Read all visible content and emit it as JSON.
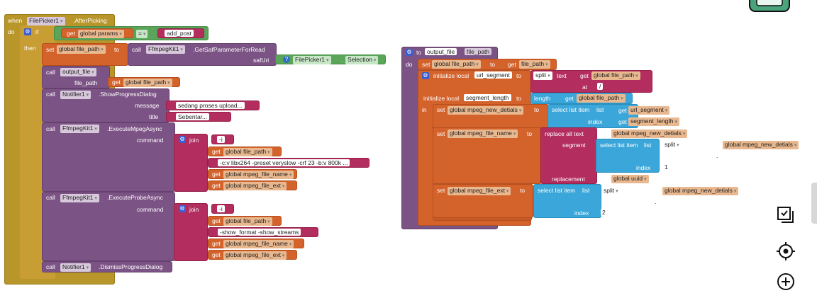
{
  "colors": {
    "event": "#b8962a",
    "text": "#d4622b",
    "component": "#7c5385",
    "list": "#b32d5e",
    "math": "#5ba55b",
    "lists": "#3aa6d9"
  },
  "ev": {
    "when": "when",
    "component": "FilePicker1",
    "event": ".AfterPicking",
    "do": "do",
    "if": "if",
    "then": "then"
  },
  "cond": {
    "get": "get",
    "var": "global params",
    "op": "=",
    "str": "add_post"
  },
  "set1": {
    "set": "set",
    "var": "global file_path",
    "to": "to",
    "call": "call",
    "comp": "FfmpegKit1",
    "method": ".GetSafParameterForRead",
    "param": "safUri",
    "picker": "FilePicker1",
    "dot": ".",
    "prop": "Selection"
  },
  "call_output": {
    "call": "call",
    "proc": "output_file",
    "param": "file_path",
    "get": "get",
    "var": "global file_path"
  },
  "notify": {
    "call": "call",
    "comp": "Notifier1",
    "method": ".ShowProgressDialog",
    "message_lbl": "message",
    "message": "sedang proses upload...",
    "title_lbl": "title",
    "title": "Sebentar..."
  },
  "mpeg": {
    "call": "call",
    "comp": "FfmpegKit1",
    "method": ".ExecuteMpegAsync",
    "cmd_lbl": "command",
    "join": "join",
    "sep": "-i",
    "get": "get",
    "v1": "global file_path",
    "args": "-c:v libx264 -preset veryslow -crf 23 -b:v 800k ...",
    "v2": "global mpeg_file_name",
    "v3": "global mpeg_file_ext"
  },
  "probe": {
    "call": "call",
    "comp": "FfmpegKit1",
    "method": ".ExecuteProbeAsync",
    "cmd_lbl": "command",
    "join": "join",
    "sep": "-i",
    "get": "get",
    "v1": "global file_path",
    "args": "-show_format -show_streams",
    "v2": "global mpeg_file_name",
    "v3": "global mpeg_file_ext"
  },
  "dismiss": {
    "call": "call",
    "comp": "Notifier1",
    "method": ".DismissProgressDialog"
  },
  "proc": {
    "to": "to",
    "name": "output_file",
    "param": "file_path",
    "do": "do",
    "set": "set",
    "get": "get",
    "v_fp": "global file_path",
    "v_fp2": "file_path",
    "init": "initialize local",
    "seg": "url_segment",
    "split": "split",
    "text": "text",
    "at": "at",
    "slash": "/",
    "init2": "initialize local",
    "seglen": "segment_length",
    "length": "length",
    "in": "in",
    "v_new": "global mpeg_new_detials",
    "select": "select list item",
    "list": "list",
    "index": "index",
    "v_name": "global mpeg_file_name",
    "replace": "replace all text",
    "segment": "segment",
    "dotstr": ".",
    "one": "1",
    "replacement": "replacement",
    "uuid": "global uuid",
    "v_ext": "global mpeg_file_ext",
    "two": "2"
  }
}
